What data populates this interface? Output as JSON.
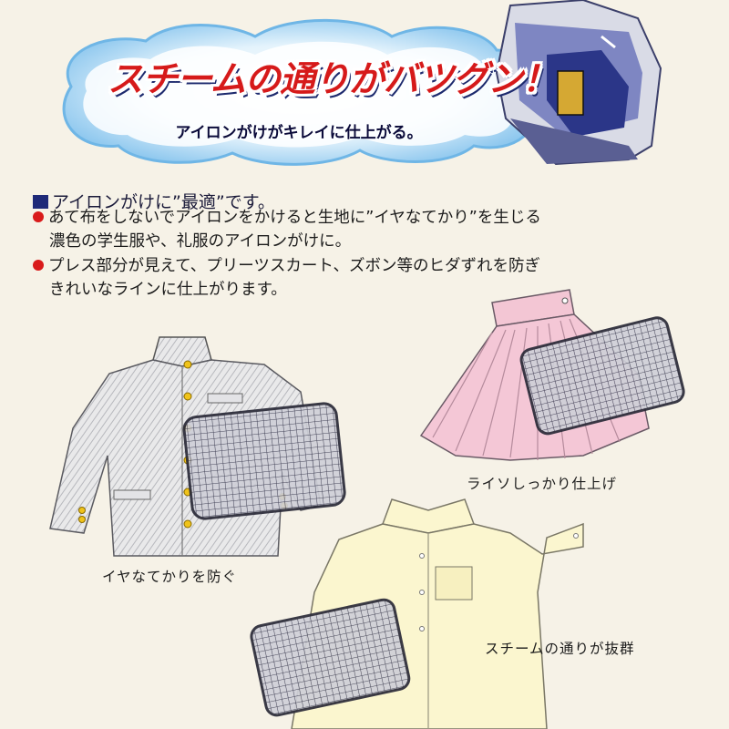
{
  "banner": {
    "headline": "スチームの通りがバツグン！",
    "subheadline": "アイロンがけがキレイに仕上がる。"
  },
  "section": {
    "title": "アイロンがけに”最適”です。",
    "bullets": [
      {
        "line1": "あて布をしないでアイロンをかけると生地に”イヤなてかり”を生じる",
        "line2": "濃色の学生服や、礼服のアイロンがけに。"
      },
      {
        "line1": "プレス部分が見えて、プリーツスカート、ズボン等のヒダずれを防ぎ",
        "line2": "きれいなラインに仕上がります。"
      }
    ]
  },
  "captions": {
    "jacket": "イヤなてかりを防ぐ",
    "skirt": "ライソしっかり仕上げ",
    "shirt": "スチームの通りが抜群"
  },
  "colors": {
    "headline_red": "#d61a1a",
    "cloud_blue": "#8fc8ee",
    "bullet_red": "#d91b1b",
    "navy": "#1f2a78"
  }
}
